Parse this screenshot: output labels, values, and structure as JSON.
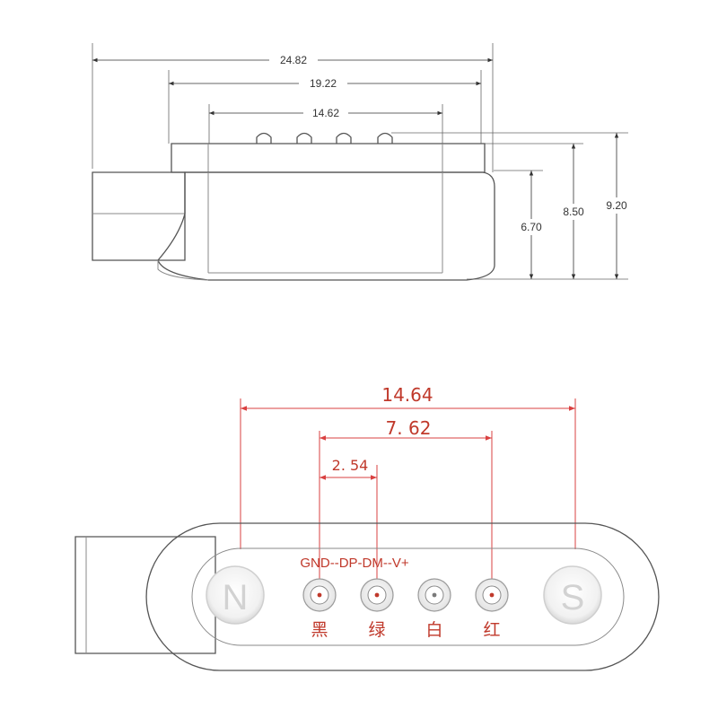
{
  "side_view": {
    "dimensions": {
      "overall_width": "24.82",
      "body_width": "19.22",
      "pin_span": "14.62",
      "body_height": "6.70",
      "pin_base_height": "8.50",
      "overall_height": "9.20"
    }
  },
  "top_view": {
    "dimensions": {
      "magnet_spacing": "14.64",
      "outer_pin_spacing": "7. 62",
      "pin_pitch": "2. 54"
    },
    "pin_order_label": "GND--DP-DM--V+",
    "magnets": {
      "left": "N",
      "right": "S"
    },
    "pins": [
      {
        "color_label": "黑"
      },
      {
        "color_label": "绿"
      },
      {
        "color_label": "白"
      },
      {
        "color_label": "红"
      }
    ]
  },
  "colors": {
    "outline": "#555555",
    "dimension_black": "#333333",
    "dimension_red": "#d94040",
    "label_red": "#c0392b"
  }
}
